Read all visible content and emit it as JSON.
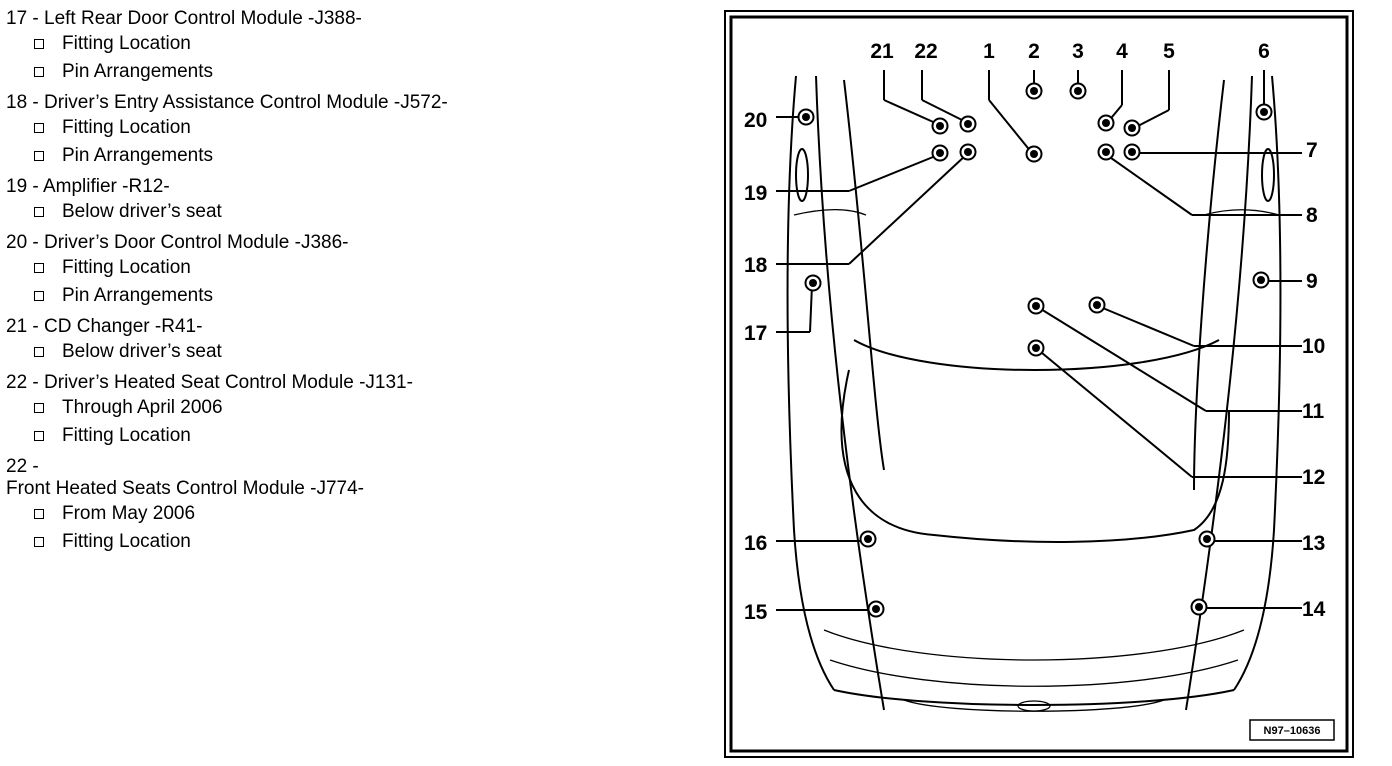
{
  "legend": [
    {
      "title": "17 - Left Rear Door Control Module -J388-",
      "items": [
        "Fitting Location",
        "Pin Arrangements"
      ]
    },
    {
      "title": "18 - Driver’s Entry Assistance Control Module -J572-",
      "items": [
        "Fitting Location",
        "Pin Arrangements"
      ]
    },
    {
      "title": "19 - Amplifier -R12-",
      "items": [
        "Below driver’s seat"
      ]
    },
    {
      "title": "20 - Driver’s Door Control Module -J386-",
      "items": [
        "Fitting Location",
        "Pin Arrangements"
      ]
    },
    {
      "title": "21 - CD Changer -R41-",
      "items": [
        "Below driver’s seat"
      ]
    },
    {
      "title": "22 - Driver’s Heated Seat Control Module -J131-",
      "items": [
        "Through April 2006",
        "Fitting Location"
      ]
    },
    {
      "title": "22 -\nFront Heated Seats Control Module -J774-",
      "items": [
        "From May 2006",
        "Fitting Location"
      ]
    }
  ],
  "figure": {
    "reference": "N97–10636",
    "top_labels": [
      "21",
      "22",
      "1",
      "2",
      "3",
      "4",
      "5",
      "6"
    ],
    "left_labels": [
      "20",
      "19",
      "18",
      "17",
      "16",
      "15"
    ],
    "right_labels": [
      "7",
      "8",
      "9",
      "10",
      "11",
      "12",
      "13",
      "14"
    ]
  }
}
